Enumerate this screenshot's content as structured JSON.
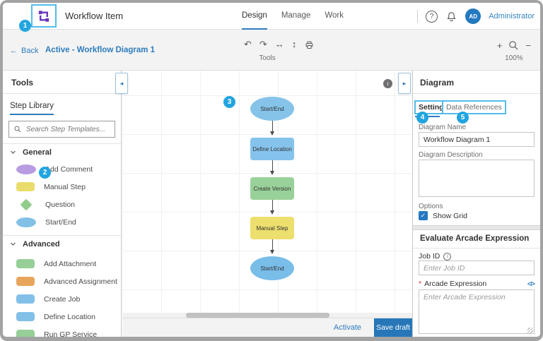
{
  "callouts": [
    "1",
    "2",
    "3",
    "4",
    "5"
  ],
  "icons": {
    "back": "←",
    "undo": "↶",
    "redo": "↷",
    "align_horizontal": "↔",
    "align_vertical": "↕",
    "zoom_in": "+",
    "zoom_out": "−",
    "collapse_left": "◂",
    "expand_right": "▸",
    "help": "?",
    "info": "i",
    "check": "✓",
    "code": "</>",
    "required_mark": "*"
  },
  "colors": {
    "accent_blue": "#2e7cbe",
    "callout_blue": "#22a5e0",
    "avatar_blue": "#2479c1",
    "node_blue": "#85c3e9",
    "node_green": "#98d199",
    "node_yellow": "#ecdf6e",
    "node_purple": "#b89ce2",
    "node_orange": "#e7a55c"
  },
  "header": {
    "title": "Workflow Item",
    "tabs": [
      {
        "label": "Design",
        "active": true
      },
      {
        "label": "Manage",
        "active": false
      },
      {
        "label": "Work",
        "active": false
      }
    ],
    "avatar_initials": "AD",
    "user_name": "Administrator"
  },
  "toolbar": {
    "back_label": "Back",
    "breadcrumb": "Active - Workflow Diagram 1",
    "tools_label": "Tools",
    "zoom_level": "100%"
  },
  "left_panel": {
    "title": "Tools",
    "tab_label": "Step Library",
    "search_placeholder": "Search Step Templates...",
    "sections": [
      {
        "label": "General",
        "items": [
          {
            "label": "Add Comment",
            "shape": "ellipse",
            "color": "#b89ce2"
          },
          {
            "label": "Manual Step",
            "shape": "rect",
            "color": "#eadc6c"
          },
          {
            "label": "Question",
            "shape": "diamond",
            "color": "#92cd8b"
          },
          {
            "label": "Start/End",
            "shape": "ellipse",
            "color": "#83c0e6"
          }
        ]
      },
      {
        "label": "Advanced",
        "items": [
          {
            "label": "Add Attachment",
            "shape": "rect",
            "color": "#96cf97"
          },
          {
            "label": "Advanced Assignment",
            "shape": "rect",
            "color": "#e7a55c"
          },
          {
            "label": "Create Job",
            "shape": "rect",
            "color": "#83c0e8"
          },
          {
            "label": "Define Location",
            "shape": "rect",
            "color": "#83c0e8"
          },
          {
            "label": "Run GP Service",
            "shape": "rect",
            "color": "#96cf97"
          }
        ]
      }
    ]
  },
  "canvas": {
    "nodes": [
      {
        "label": "Start/End",
        "shape": "ellipse",
        "color": "#85c3e9"
      },
      {
        "label": "Define Location",
        "shape": "rect",
        "color": "#85c3ec"
      },
      {
        "label": "Create Version",
        "shape": "rect",
        "color": "#98d199"
      },
      {
        "label": "Manual Step",
        "shape": "rect",
        "color": "#ecdf6e"
      },
      {
        "label": "Start/End",
        "shape": "ellipse",
        "color": "#79bde9"
      }
    ],
    "footer": {
      "activate_label": "Activate",
      "save_label": "Save draft"
    }
  },
  "right_panel": {
    "title": "Diagram",
    "tabs": [
      {
        "label": "Settings",
        "active": true
      },
      {
        "label": "Data References",
        "active": false
      }
    ],
    "diagram_name_label": "Diagram Name",
    "diagram_name_value": "Workflow Diagram 1",
    "diagram_description_label": "Diagram Description",
    "options_label": "Options",
    "show_grid_label": "Show Grid",
    "show_grid_checked": true,
    "arcade_section_title": "Evaluate Arcade Expression",
    "job_id_label": "Job ID",
    "job_id_placeholder": "Enter Job ID",
    "arcade_label": "Arcade Expression",
    "arcade_placeholder": "Enter Arcade Expression"
  }
}
